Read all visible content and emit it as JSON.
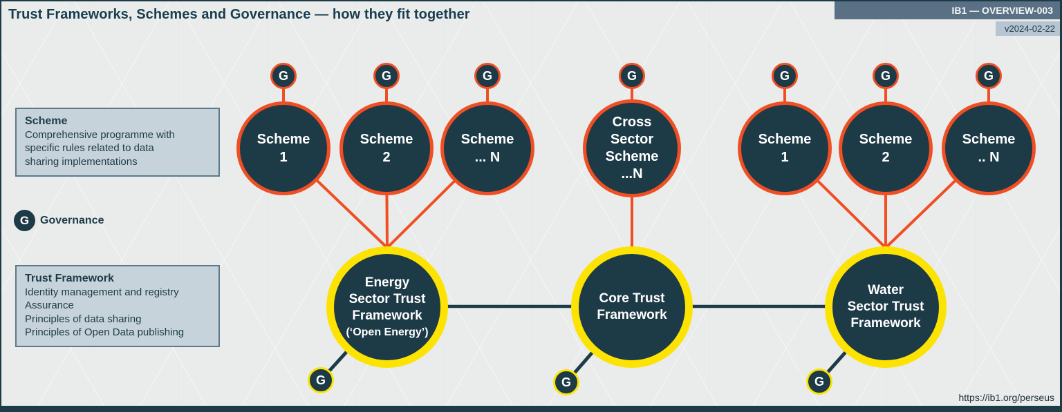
{
  "header": {
    "title": "Trust Frameworks, Schemes and Governance — how they fit together",
    "badge_id": "IB1 — OVERVIEW-003",
    "version": "v2024-02-22"
  },
  "footer": {
    "url": "https://ib1.org/perseus"
  },
  "legend": {
    "scheme_box": {
      "heading": "Scheme",
      "body": "Comprehensive programme with\nspecific rules related to data\nsharing implementations"
    },
    "governance": {
      "g": "G",
      "label": "Governance"
    },
    "trust_framework_box": {
      "heading": "Trust Framework",
      "body": "Identity management and registry\nAssurance\nPrinciples of data sharing\nPrinciples of Open Data publishing"
    }
  },
  "diagram": {
    "g_label": "G",
    "schemes": [
      {
        "label": "Scheme\n1"
      },
      {
        "label": "Scheme\n2"
      },
      {
        "label": "Scheme\n... N"
      },
      {
        "label": "Cross\nSector\nScheme\n...N"
      },
      {
        "label": "Scheme\n1"
      },
      {
        "label": "Scheme\n2"
      },
      {
        "label": "Scheme\n.. N"
      }
    ],
    "frameworks": [
      {
        "label": "Energy\nSector Trust\nFramework",
        "sublabel": "(‘Open Energy’)"
      },
      {
        "label": "Core Trust\nFramework"
      },
      {
        "label": "Water\nSector Trust\nFramework"
      }
    ]
  },
  "colors": {
    "accent_orange": "#f04e23",
    "accent_yellow": "#fce303",
    "node_dark": "#1d3a47",
    "background": "#e9eceb",
    "badge_dark": "#5a7084",
    "badge_light": "#b6c5d1"
  }
}
